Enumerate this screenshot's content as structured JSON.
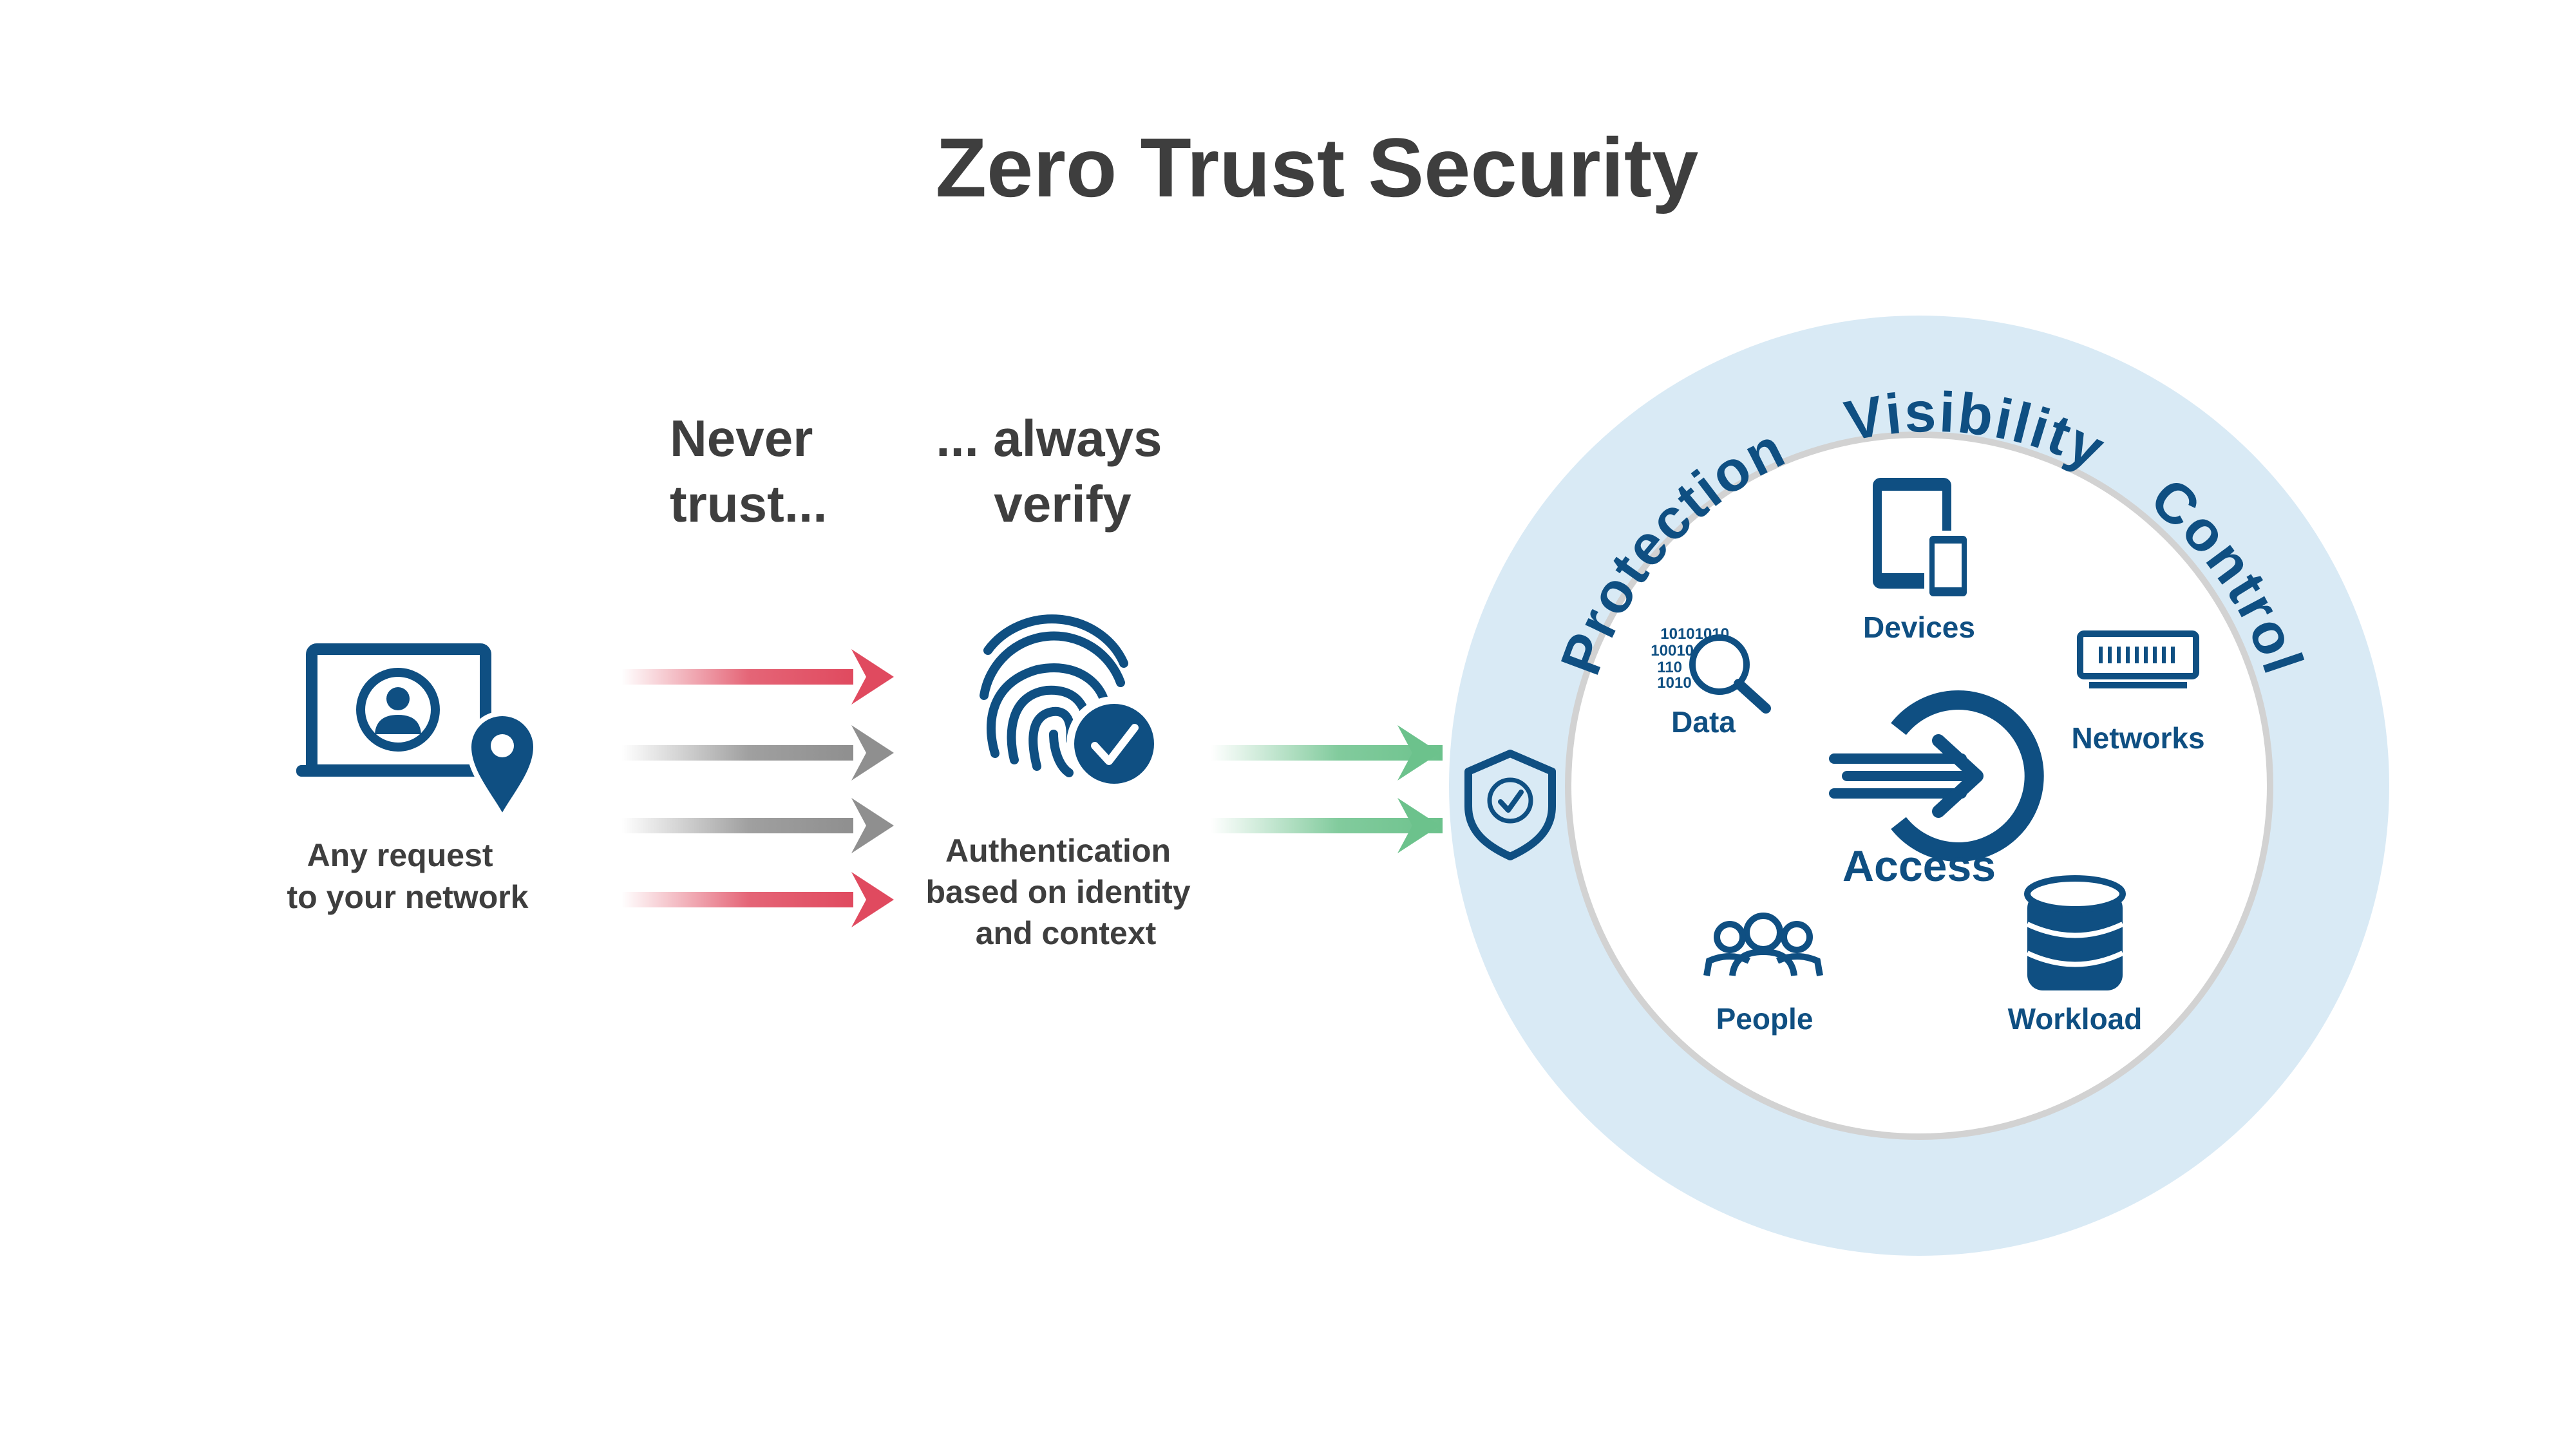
{
  "title": "Zero Trust Security",
  "phrases": {
    "never": [
      "Never",
      "trust..."
    ],
    "always": [
      "... always",
      "verify"
    ]
  },
  "request": {
    "lines": [
      "Any request",
      "to your network"
    ]
  },
  "auth": {
    "lines": [
      "Authentication",
      "based on identity",
      "and context"
    ]
  },
  "ring": {
    "words": [
      "Protection",
      "Visibility",
      "Control"
    ]
  },
  "center": {
    "label": "Access"
  },
  "nodes": {
    "devices": "Devices",
    "data": "Data",
    "networks": "Networks",
    "people": "People",
    "workload": "Workload"
  },
  "data_glyph": [
    "10101010",
    "10010",
    "110",
    "1010"
  ],
  "colors": {
    "red": "#e04a5f",
    "gray": "#8f8f8f",
    "green": "#6cc28c",
    "blue": "#0f4f82",
    "ring": "#d9eaf5",
    "text": "#3e3e3e"
  }
}
